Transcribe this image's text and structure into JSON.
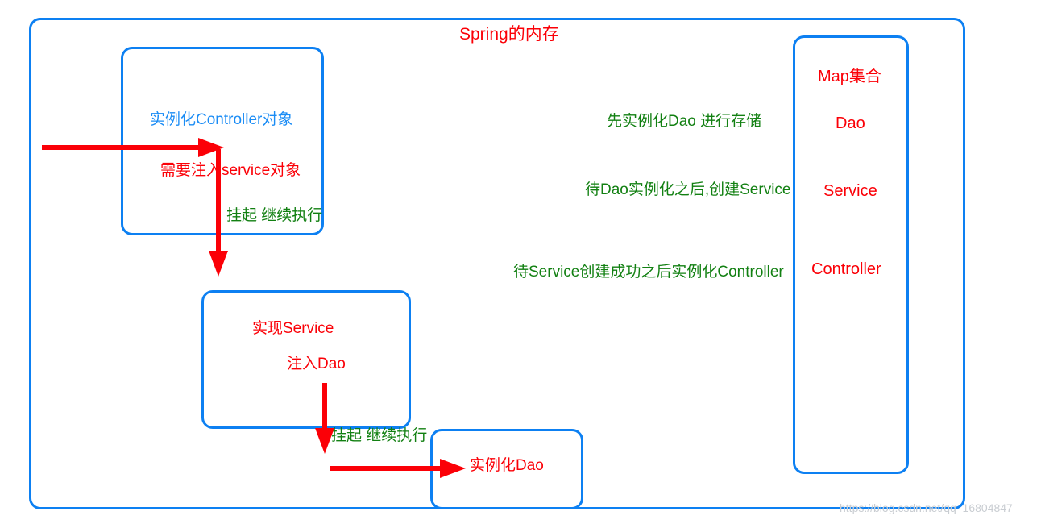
{
  "diagram": {
    "title": "Spring的内存",
    "watermark": "https://blog.csdn.net/qq_16804847"
  },
  "controller_box": {
    "lines": [
      {
        "text": "实例化Controller对象",
        "color": "#1a8cf5"
      },
      {
        "text": "需要注入service对象",
        "color": "#fb0007"
      },
      {
        "text": "挂起 继续执行",
        "color": "#128012"
      }
    ]
  },
  "service_box": {
    "lines": [
      {
        "text": "实现Service",
        "color": "#fb0007"
      },
      {
        "text": "注入Dao",
        "color": "#fb0007"
      }
    ],
    "outside_label": {
      "text": "挂起 继续执行",
      "color": "#128012"
    }
  },
  "dao_box": {
    "lines": [
      {
        "text": "实例化Dao",
        "color": "#fb0007"
      }
    ]
  },
  "notes": [
    {
      "text": "先实例化Dao 进行存储",
      "color": "#128012"
    },
    {
      "text": "待Dao实例化之后,创建Service",
      "color": "#128012"
    },
    {
      "text": "待Service创建成功之后实例化Controller",
      "color": "#128012"
    }
  ],
  "map_box": {
    "entries": [
      {
        "text": "Map集合",
        "color": "#fb0007"
      },
      {
        "text": "Dao",
        "color": "#fb0007"
      },
      {
        "text": "Service",
        "color": "#fb0007"
      },
      {
        "text": "Controller",
        "color": "#fb0007"
      }
    ]
  },
  "colors": {
    "box_border": "#0d80f2",
    "arrow": "#fb0007",
    "red_text": "#fb0007",
    "blue_text": "#1a8cf5",
    "green_text": "#128012",
    "watermark": "#c9cdd2",
    "background": "#ffffff"
  }
}
